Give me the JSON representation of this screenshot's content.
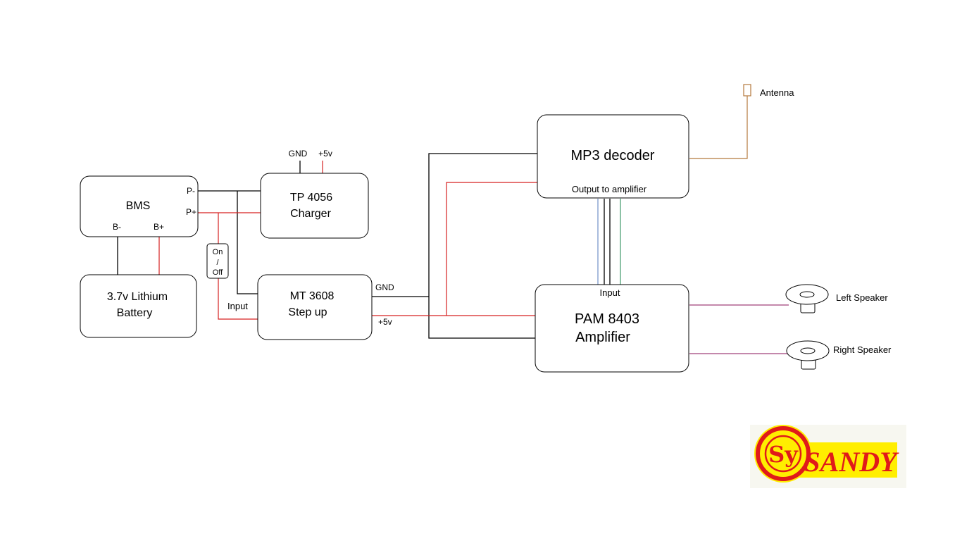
{
  "blocks": {
    "bms": {
      "title": "BMS",
      "pin_p_minus": "P-",
      "pin_p_plus": "P+",
      "pin_b_minus": "B-",
      "pin_b_plus": "B+"
    },
    "battery": {
      "line1": "3.7v Lithium",
      "line2": "Battery"
    },
    "charger": {
      "line1": "TP 4056",
      "line2": "Charger",
      "gnd": "GND",
      "vcc": "+5v"
    },
    "switch": {
      "line1": "On",
      "line2": "/",
      "line3": "Off"
    },
    "stepup": {
      "line1": "MT 3608",
      "line2": "Step up",
      "input": "Input",
      "gnd": "GND",
      "vout": "+5v"
    },
    "decoder": {
      "title": "MP3 decoder",
      "output": "Output to amplifier"
    },
    "amplifier": {
      "line1": "PAM 8403",
      "line2": "Amplifier",
      "input": "Input"
    }
  },
  "peripherals": {
    "antenna": "Antenna",
    "left_speaker": "Left Speaker",
    "right_speaker": "Right Speaker"
  },
  "logo": {
    "text": "SANDY",
    "badge_letters": "Sy"
  },
  "colors": {
    "wire_black": "#000000",
    "wire_red": "#d62020",
    "wire_blue": "#6f8fc6",
    "wire_green": "#3f9a6a",
    "wire_antenna": "#b5793c",
    "wire_speaker": "#a0407a",
    "logo_yellow": "#ffee00",
    "logo_red": "#e01a1a"
  }
}
